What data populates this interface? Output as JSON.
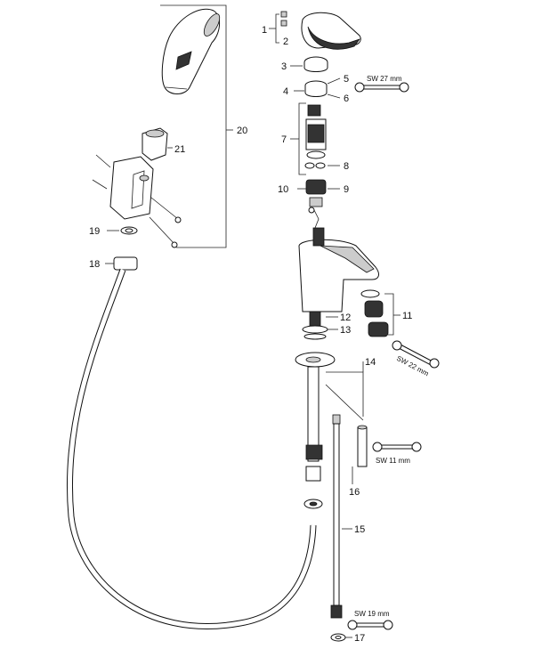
{
  "parts": {
    "p1": "1",
    "p2": "2",
    "p3": "3",
    "p4": "4",
    "p5": "5",
    "p6": "6",
    "p7": "7",
    "p8": "8",
    "p9": "9",
    "p10": "10",
    "p11": "11",
    "p12": "12",
    "p13": "13",
    "p14": "14",
    "p15": "15",
    "p16": "16",
    "p17": "17",
    "p18": "18",
    "p19": "19",
    "p20": "20",
    "p21": "21"
  },
  "wrenches": {
    "w27": "SW 27 mm",
    "w22": "SW 22 mm",
    "w11": "SW 11 mm",
    "w19": "SW 19 mm"
  }
}
